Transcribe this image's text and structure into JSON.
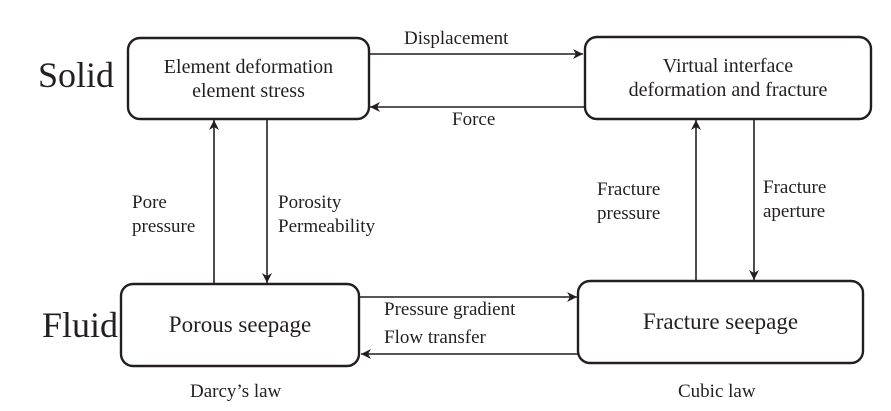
{
  "rows": {
    "solid_label": "Solid",
    "fluid_label": "Fluid"
  },
  "nodes": {
    "element": {
      "line1": "Element deformation",
      "line2": "element stress"
    },
    "interface": {
      "line1": "Virtual interface",
      "line2": "deformation and fracture"
    },
    "porous": {
      "label": "Porous seepage",
      "caption": "Darcy’s law"
    },
    "fracture": {
      "label": "Fracture seepage",
      "caption": "Cubic law"
    }
  },
  "edges": {
    "displacement": "Displacement",
    "force": "Force",
    "pore_pressure": {
      "line1": "Pore",
      "line2": "pressure"
    },
    "porosity_permeability": {
      "line1": "Porosity",
      "line2": "Permeability"
    },
    "fracture_pressure": {
      "line1": "Fracture",
      "line2": "pressure"
    },
    "fracture_aperture": {
      "line1": "Fracture",
      "line2": "aperture"
    },
    "pressure_gradient": "Pressure gradient",
    "flow_transfer": "Flow transfer"
  },
  "colors": {
    "stroke": "#231f20",
    "background": "#ffffff"
  }
}
